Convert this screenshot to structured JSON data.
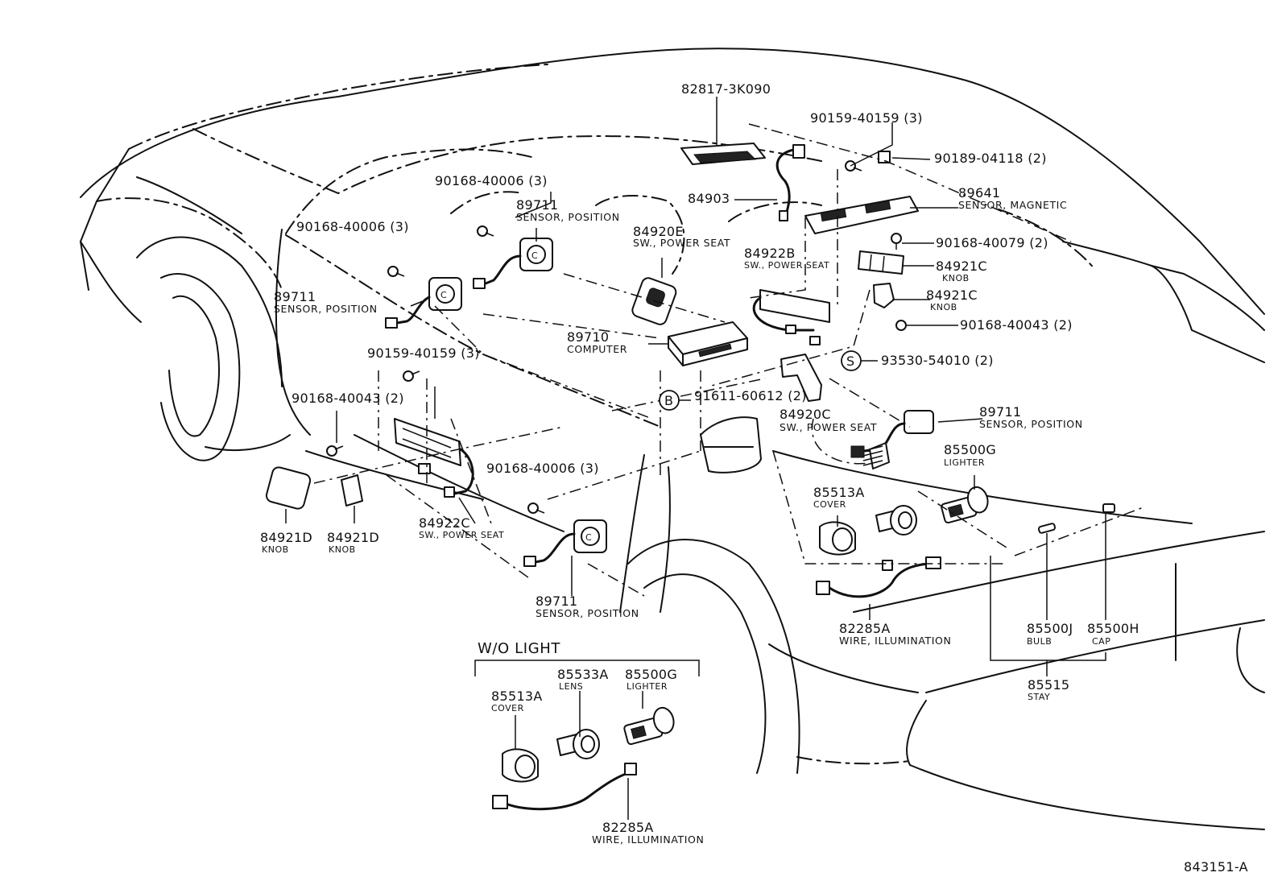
{
  "diagram_id": "843151-A",
  "inset": {
    "title": "W/O LIGHT"
  },
  "labels": [
    {
      "id": "l1",
      "number": "82817-3K090",
      "name": ""
    },
    {
      "id": "l2",
      "number": "90159-40159 (3)",
      "name": ""
    },
    {
      "id": "l3",
      "number": "90189-04118 (2)",
      "name": ""
    },
    {
      "id": "l4",
      "number": "84903",
      "name": ""
    },
    {
      "id": "l5",
      "number": "89641",
      "name": "SENSOR, MAGNETIC"
    },
    {
      "id": "l6",
      "number": "90168-40006 (3)",
      "name": ""
    },
    {
      "id": "l7",
      "number": "89711",
      "name": "SENSOR, POSITION"
    },
    {
      "id": "l8",
      "number": "90168-40006 (3)",
      "name": ""
    },
    {
      "id": "l9",
      "number": "84920E",
      "name": "SW., POWER SEAT"
    },
    {
      "id": "l10",
      "number": "90168-40079 (2)",
      "name": ""
    },
    {
      "id": "l11",
      "number": "84922B",
      "name": "SW., POWER SEAT"
    },
    {
      "id": "l12",
      "number": "84921C",
      "name": "KNOB"
    },
    {
      "id": "l13",
      "number": "89711",
      "name": "SENSOR, POSITION"
    },
    {
      "id": "l14",
      "number": "84921C",
      "name": "KNOB"
    },
    {
      "id": "l15",
      "number": "90168-40043 (2)",
      "name": ""
    },
    {
      "id": "l16",
      "number": "89710",
      "name": "COMPUTER"
    },
    {
      "id": "l17",
      "number": "93530-54010 (2)",
      "name": ""
    },
    {
      "id": "l18",
      "number": "90159-40159 (3)",
      "name": ""
    },
    {
      "id": "l19",
      "number": "91611-60612 (2)",
      "name": ""
    },
    {
      "id": "l20",
      "number": "90168-40043 (2)",
      "name": ""
    },
    {
      "id": "l21",
      "number": "84920C",
      "name": "SW., POWER SEAT"
    },
    {
      "id": "l22",
      "number": "89711",
      "name": "SENSOR, POSITION"
    },
    {
      "id": "l23",
      "number": "85500G",
      "name": "LIGHTER"
    },
    {
      "id": "l24",
      "number": "90168-40006 (3)",
      "name": ""
    },
    {
      "id": "l25",
      "number": "85513A",
      "name": "COVER"
    },
    {
      "id": "l26",
      "number": "84922C",
      "name": "SW., POWER SEAT"
    },
    {
      "id": "l27",
      "number": "84921D",
      "name": "KNOB"
    },
    {
      "id": "l28",
      "number": "84921D",
      "name": "KNOB"
    },
    {
      "id": "l29",
      "number": "89711",
      "name": "SENSOR, POSITION"
    },
    {
      "id": "l30",
      "number": "82285A",
      "name": "WIRE, ILLUMINATION"
    },
    {
      "id": "l31",
      "number": "85500J",
      "name": "BULB"
    },
    {
      "id": "l32",
      "number": "85500H",
      "name": "CAP"
    },
    {
      "id": "l33",
      "number": "85515",
      "name": "STAY"
    },
    {
      "id": "l34",
      "number": "85513A",
      "name": "COVER"
    },
    {
      "id": "l35",
      "number": "85533A",
      "name": "LENS"
    },
    {
      "id": "l36",
      "number": "85500G",
      "name": "LIGHTER"
    },
    {
      "id": "l37",
      "number": "82285A",
      "name": "WIRE, ILLUMINATION"
    }
  ],
  "markers": [
    {
      "id": "m1",
      "letter": "S"
    },
    {
      "id": "m2",
      "letter": "B"
    }
  ]
}
